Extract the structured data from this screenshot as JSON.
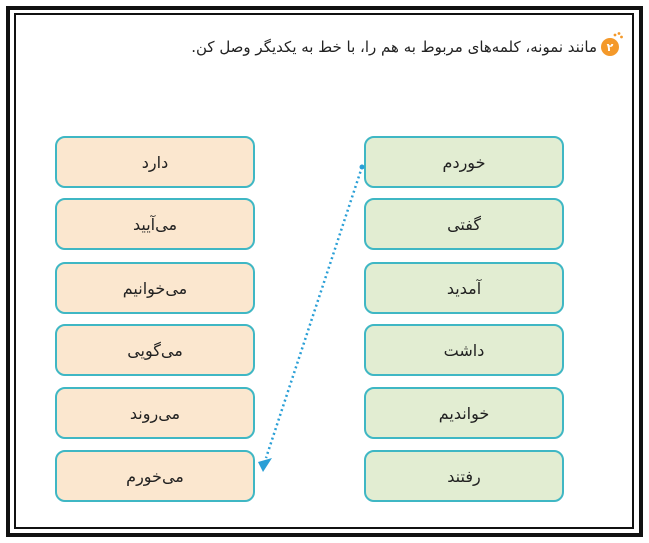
{
  "exercise": {
    "badge_number": "۲",
    "instruction": "مانند نمونه، کلمه‌های مربوط به هم را، با خط به یکدیگر وصل کن."
  },
  "left_column": [
    "دارد",
    "می‌آیید",
    "می‌خوانیم",
    "می‌گویی",
    "می‌روند",
    "می‌خورم"
  ],
  "right_column": [
    "خوردم",
    "گفتی",
    "آمدید",
    "داشت",
    "خواندیم",
    "رفتند"
  ],
  "colors": {
    "left_fill": "#fbe7cf",
    "right_fill": "#e2edd2",
    "border": "#3fb7c4",
    "connector": "#2a9fd6",
    "badge": "#f4992a"
  }
}
